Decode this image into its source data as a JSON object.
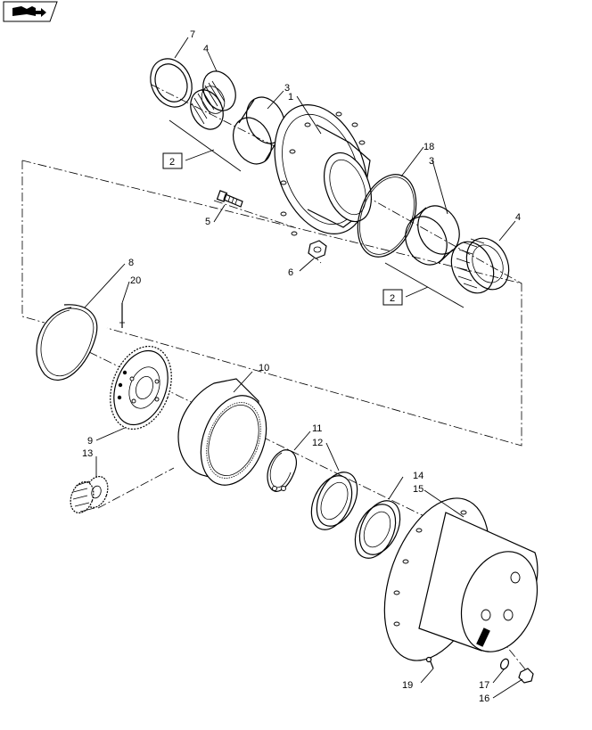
{
  "icons": {
    "header": "book-arrow-icon"
  },
  "callouts": [
    {
      "id": "c7",
      "text": "7"
    },
    {
      "id": "c4a",
      "text": "4"
    },
    {
      "id": "c3a",
      "text": "3"
    },
    {
      "id": "c1",
      "text": "1"
    },
    {
      "id": "c18",
      "text": "18"
    },
    {
      "id": "c3b",
      "text": "3"
    },
    {
      "id": "c4b",
      "text": "4"
    },
    {
      "id": "c5",
      "text": "5"
    },
    {
      "id": "c6",
      "text": "6"
    },
    {
      "id": "c8",
      "text": "8"
    },
    {
      "id": "c20",
      "text": "20"
    },
    {
      "id": "c10",
      "text": "10"
    },
    {
      "id": "c9",
      "text": "9"
    },
    {
      "id": "c13",
      "text": "13"
    },
    {
      "id": "c11",
      "text": "11"
    },
    {
      "id": "c12",
      "text": "12"
    },
    {
      "id": "c14",
      "text": "14"
    },
    {
      "id": "c15",
      "text": "15"
    },
    {
      "id": "c19",
      "text": "19"
    },
    {
      "id": "c17",
      "text": "17"
    },
    {
      "id": "c16",
      "text": "16"
    }
  ],
  "kit_boxes": [
    {
      "id": "k2a",
      "text": "2"
    },
    {
      "id": "k2b",
      "text": "2"
    }
  ]
}
